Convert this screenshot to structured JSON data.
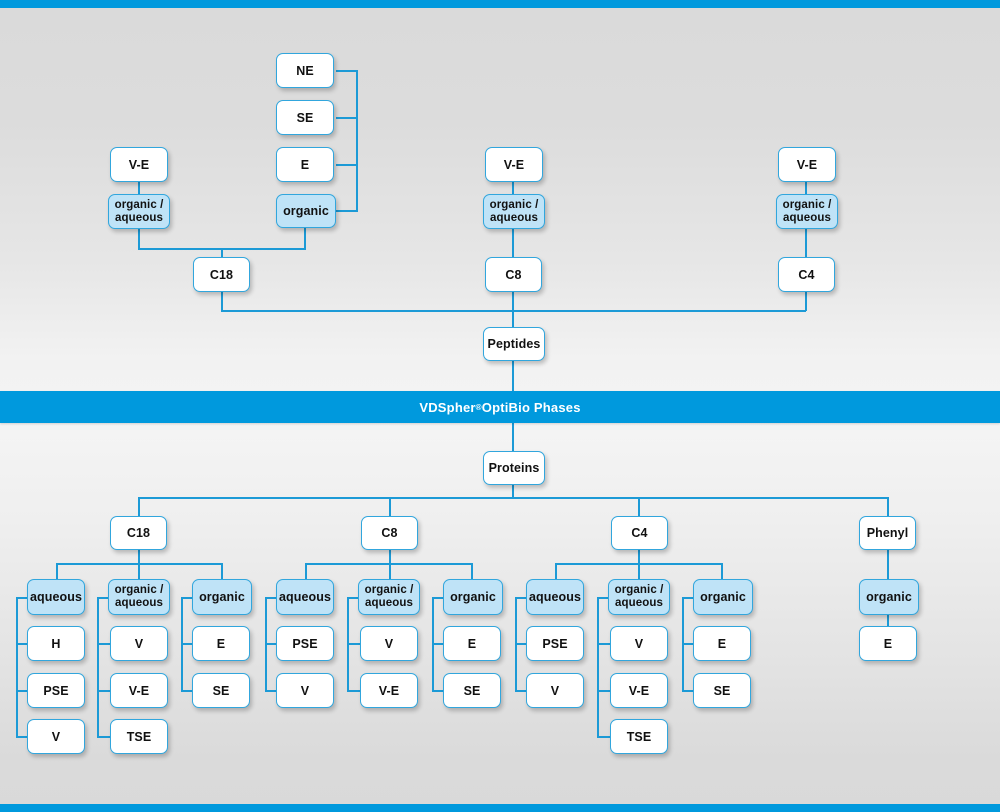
{
  "page": {
    "title": "VDSpher OptiBio Phases selection chart",
    "accent_color": "#0099dd",
    "node_fill_color": "#bfe3f7",
    "node_border_color": "#31a6dd",
    "background_color": "#e6e6e6"
  },
  "banner": {
    "text_before": "VDSpher",
    "superscript": "®",
    "text_after": " OptiBio Phases"
  },
  "top_section": {
    "root": {
      "label": "Peptides"
    },
    "columns": [
      {
        "name": "c18",
        "base": {
          "label": "C18"
        },
        "left_group": {
          "top": {
            "label": "V-E"
          },
          "modifier": {
            "label": "organic /\naqueous"
          }
        },
        "right_group": {
          "modifier": {
            "label": "organic"
          },
          "items": [
            {
              "label": "NE"
            },
            {
              "label": "SE"
            },
            {
              "label": "E"
            }
          ]
        }
      },
      {
        "name": "c8",
        "base": {
          "label": "C8"
        },
        "left_group": {
          "top": {
            "label": "V-E"
          },
          "modifier": {
            "label": "organic /\naqueous"
          }
        }
      },
      {
        "name": "c4",
        "base": {
          "label": "C4"
        },
        "left_group": {
          "top": {
            "label": "V-E"
          },
          "modifier": {
            "label": "organic /\naqueous"
          }
        }
      }
    ]
  },
  "bottom_section": {
    "root": {
      "label": "Proteins"
    },
    "branches": [
      {
        "name": "c18",
        "base": {
          "label": "C18"
        },
        "groups": [
          {
            "modifier": "aqueous",
            "items": [
              "H",
              "PSE",
              "V"
            ]
          },
          {
            "modifier": "organic /\naqueous",
            "items": [
              "V",
              "V-E",
              "TSE"
            ]
          },
          {
            "modifier": "organic",
            "items": [
              "E",
              "SE"
            ]
          }
        ]
      },
      {
        "name": "c8",
        "base": {
          "label": "C8"
        },
        "groups": [
          {
            "modifier": "aqueous",
            "items": [
              "PSE",
              "V"
            ]
          },
          {
            "modifier": "organic /\naqueous",
            "items": [
              "V",
              "V-E"
            ]
          },
          {
            "modifier": "organic",
            "items": [
              "E",
              "SE"
            ]
          }
        ]
      },
      {
        "name": "c4",
        "base": {
          "label": "C4"
        },
        "groups": [
          {
            "modifier": "aqueous",
            "items": [
              "PSE",
              "V"
            ]
          },
          {
            "modifier": "organic /\naqueous",
            "items": [
              "V",
              "V-E",
              "TSE"
            ]
          },
          {
            "modifier": "organic",
            "items": [
              "E",
              "SE"
            ]
          }
        ]
      },
      {
        "name": "phenyl",
        "base": {
          "label": "Phenyl"
        },
        "groups": [
          {
            "modifier": "organic",
            "items": [
              "E"
            ]
          }
        ]
      }
    ]
  }
}
